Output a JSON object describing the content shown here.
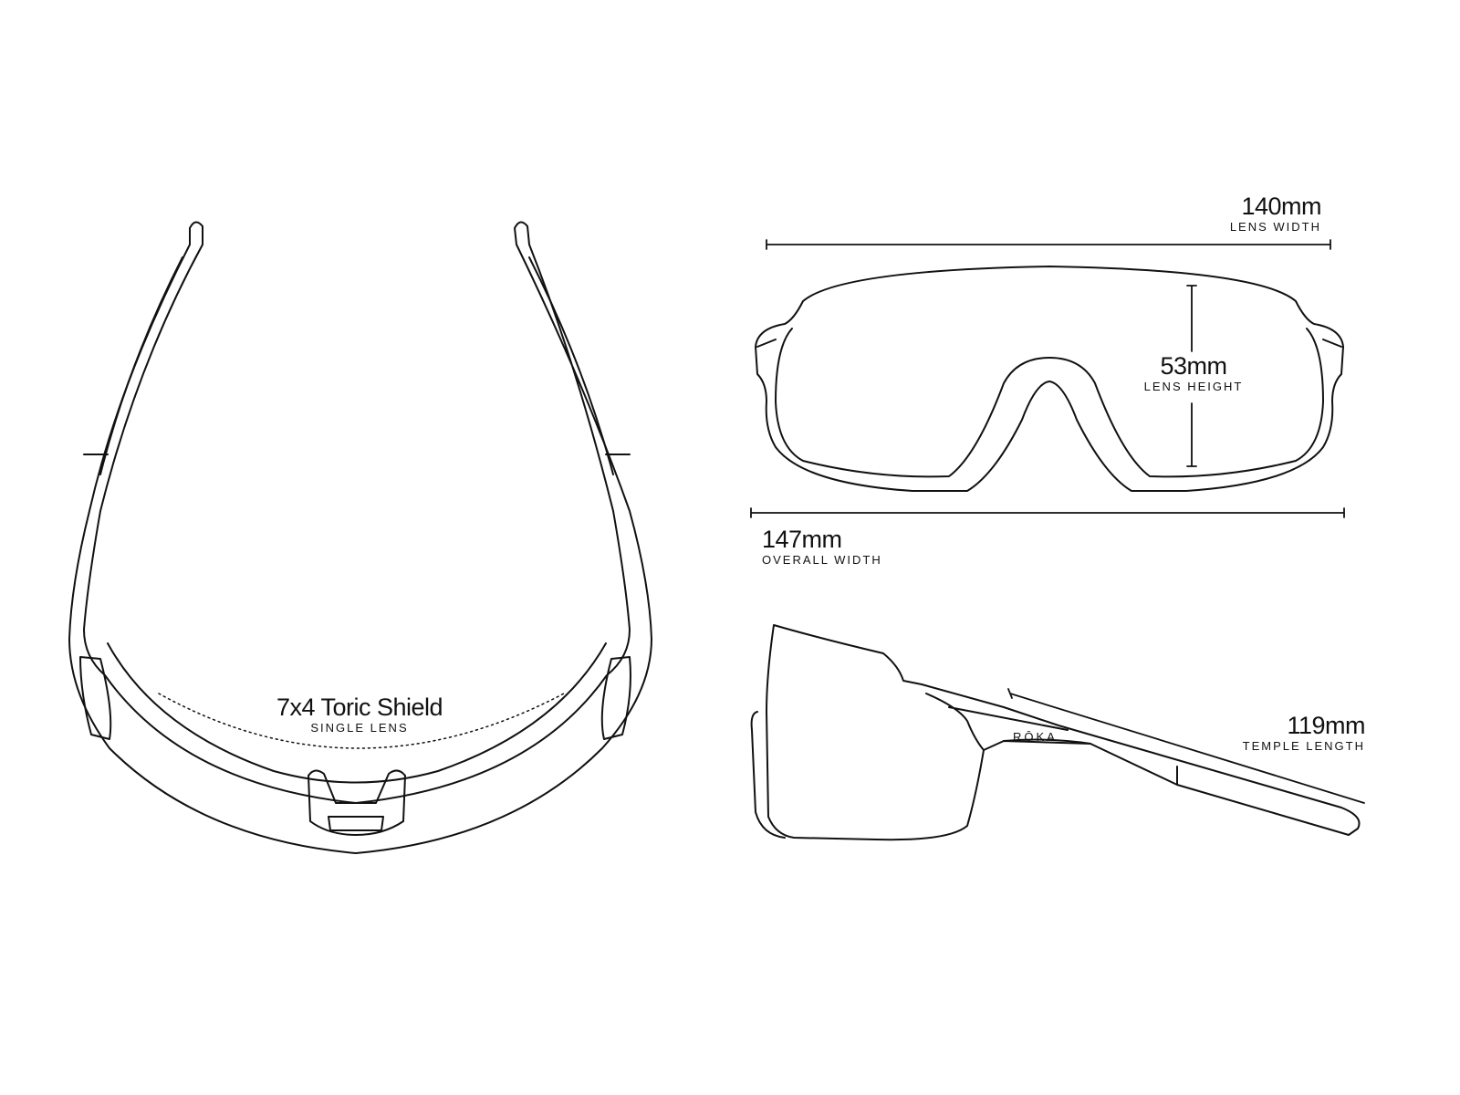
{
  "brand": "RŌKA",
  "stroke_color": "#111111",
  "shield": {
    "value": "7x4 Toric Shield",
    "label": "SINGLE LENS"
  },
  "lens_width": {
    "value": "140mm",
    "label": "LENS WIDTH"
  },
  "lens_height": {
    "value": "53mm",
    "label": "LENS HEIGHT"
  },
  "overall_width": {
    "value": "147mm",
    "label": "OVERALL WIDTH"
  },
  "temple_length": {
    "value": "119mm",
    "label": "TEMPLE LENGTH"
  }
}
